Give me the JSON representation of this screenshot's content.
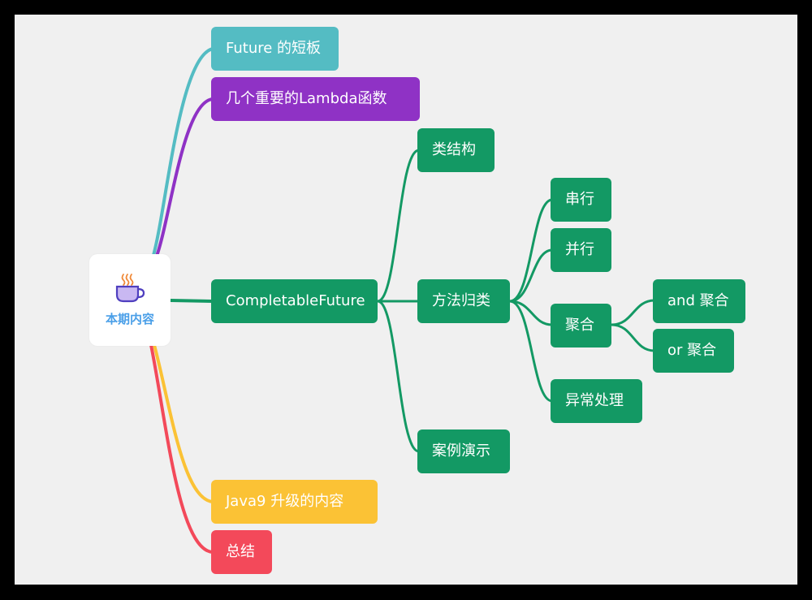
{
  "root": {
    "title": "本期内容",
    "icon": "teacup-icon"
  },
  "branches": [
    {
      "label": "Future 的短板",
      "color": "#54bcc3"
    },
    {
      "label": "几个重要的Lambda函数",
      "color": "#8f32c5"
    },
    {
      "label": "CompletableFuture",
      "color": "#139964"
    },
    {
      "label": "Java9 升级的内容",
      "color": "#fbc235"
    },
    {
      "label": "总结",
      "color": "#f3495a"
    }
  ],
  "completable": [
    {
      "label": "类结构"
    },
    {
      "label": "方法归类"
    },
    {
      "label": "案例演示"
    }
  ],
  "methods": [
    {
      "label": "串行"
    },
    {
      "label": "并行"
    },
    {
      "label": "聚合"
    },
    {
      "label": "异常处理"
    }
  ],
  "aggregate": [
    {
      "label": "and 聚合"
    },
    {
      "label": "or 聚合"
    }
  ]
}
